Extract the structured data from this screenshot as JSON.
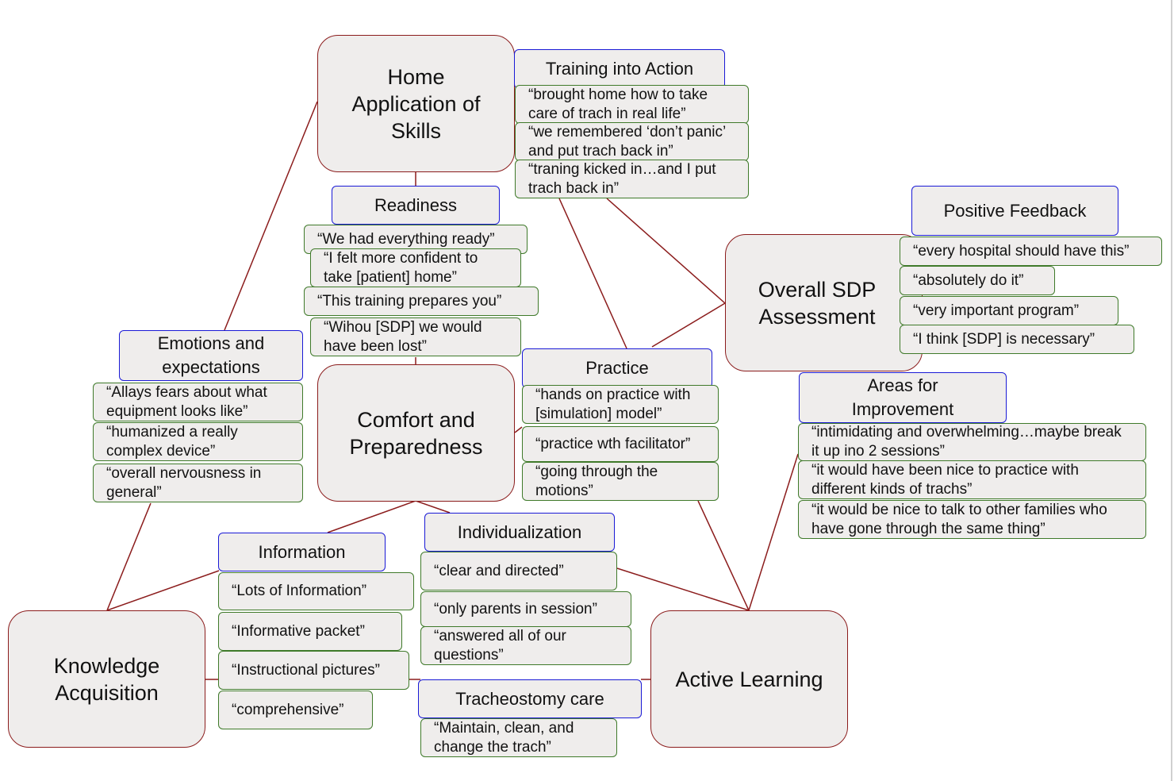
{
  "themes": {
    "home": "Home Application of Skills",
    "overall": "Overall SDP Assessment",
    "comfort": "Comfort and Preparedness",
    "knowledge": "Knowledge Acquisition",
    "active": "Active Learning"
  },
  "subthemes": {
    "training": "Training into Action",
    "readiness": "Readiness",
    "positive": "Positive Feedback",
    "emotions": "Emotions and expectations",
    "practice": "Practice",
    "areas": "Areas for Improvement",
    "information": "Information",
    "individualization": "Individualization",
    "trach_care": "Tracheostomy care"
  },
  "quotes": {
    "training": [
      "“brought home how to take care of trach in real life”",
      "“we remembered ‘don’t panic’ and put trach back in”",
      "“traning kicked in…and I put trach back in”"
    ],
    "readiness": [
      "“We had everything ready”",
      "“I felt more confident to take [patient] home”",
      "“This training prepares you”",
      "“Wihou [SDP] we would have been lost”"
    ],
    "positive": [
      "“every hospital should have this”",
      "“absolutely do it”",
      "“very important program”",
      "“I think [SDP] is necessary”"
    ],
    "emotions": [
      "“Allays fears about what equipment looks like”",
      "“humanized a really complex device”",
      "“overall nervousness in general”"
    ],
    "practice": [
      "“hands on practice with [simulation] model”",
      "“practice wth facilitator”",
      "“going through the motions”"
    ],
    "areas": [
      "“intimidating and overwhelming…maybe break it up ino 2 sessions”",
      "“it would have been nice to practice with different kinds of trachs”",
      "“it would be nice to talk to other families who have gone through the same thing”"
    ],
    "information": [
      "“Lots of Information”",
      "“Informative packet”",
      "“Instructional pictures”",
      "“comprehensive”"
    ],
    "individualization": [
      "“clear and directed”",
      "“only parents in session”",
      "“answered all of our questions”"
    ],
    "trach_care": [
      "“Maintain, clean, and change the trach”"
    ]
  },
  "colors": {
    "theme_border": "#8b1c1c",
    "subtheme_border": "#1a1ad6",
    "quote_border": "#3f7a2a",
    "box_fill": "#efedec",
    "edge": "#8b1c1c"
  }
}
